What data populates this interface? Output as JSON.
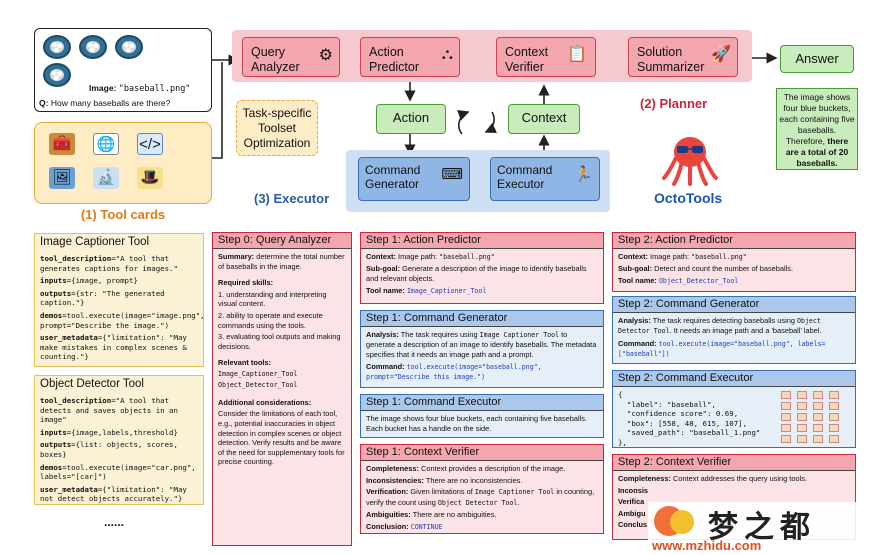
{
  "input": {
    "image_label": "Image:",
    "image_name": "\"baseball.png\"",
    "question_label": "Q:",
    "question": "How many baseballs are there?"
  },
  "toolcards_label": "(1) Tool cards",
  "toolset": "Task-specific Toolset Optimization",
  "planner": {
    "query_analyzer": "Query Analyzer",
    "action_predictor": "Action Predictor",
    "context_verifier": "Context Verifier",
    "solution_summarizer": "Solution Summarizer",
    "label": "(2) Planner"
  },
  "answer": {
    "title": "Answer",
    "text": "The image shows four blue buckets, each containing five baseballs. Therefore, ",
    "bold": "there are a total of 20 baseballs."
  },
  "action": "Action",
  "context": "Context",
  "executor": {
    "command_generator": "Command Generator",
    "command_executor": "Command Executor",
    "label": "(3) Executor"
  },
  "octotools": "OctoTools",
  "tool_cards": [
    {
      "title": "Image Captioner Tool",
      "lines": [
        {
          "k": "tool_description",
          "v": "=\"A tool that generates captions for images.\""
        },
        {
          "k": "inputs",
          "v": "={image, prompt}"
        },
        {
          "k": "outputs",
          "v": "={str: \"The generated caption.\"}"
        },
        {
          "k": "demos",
          "v": "=tool.execute(image=\"image.png\", prompt=\"Describe the image.\")"
        },
        {
          "k": "user_metadata",
          "v": "={\"limitation\": \"May make mistakes in complex scenes & counting.\"}"
        }
      ]
    },
    {
      "title": "Object Detector Tool",
      "lines": [
        {
          "k": "tool_description",
          "v": "=\"A tool that detects and saves objects in an image\""
        },
        {
          "k": "inputs",
          "v": "={image,labels,threshold}"
        },
        {
          "k": "outputs",
          "v": "={list: objects, scores, boxes}"
        },
        {
          "k": "demos",
          "v": "=tool.execute(image=\"car.png\", labels=\"[car]\")"
        },
        {
          "k": "user_metadata",
          "v": "={\"limitation\": \"May not detect objects accurately.\"}"
        }
      ]
    }
  ],
  "ellipsis": "......",
  "step0": {
    "title": "Step 0: Query Analyzer",
    "summary_k": "Summary:",
    "summary_v": "determine the total number of baseballs in the image.",
    "skills_k": "Required skills:",
    "skills": [
      "1. understanding and interpreting visual content.",
      "2. ability to operate and execute commands using the tools.",
      "3. evaluating tool outputs and making decisions."
    ],
    "tools_k": "Relevant tools:",
    "tools": [
      "Image_Captioner_Tool",
      "Object_Detector_Tool"
    ],
    "add_k": "Additional considerations:",
    "add_v": "Consider the limitations of each tool, e.g., potential inaccuracies in object detection in complex scenes or object detection. Verify results and be aware of the need for supplementary tools for precise counting."
  },
  "s1_action": {
    "title": "Step 1: Action Predictor",
    "ctx_k": "Context:",
    "ctx_v": "Image path: ",
    "ctx_path": "\"baseball.png\"",
    "goal_k": "Sub-goal:",
    "goal_v": "Generate a description of the image to identify baseballs and relevant objects.",
    "tool_k": "Tool name:",
    "tool_v": "Image_Captioner_Tool"
  },
  "s1_cmdgen": {
    "title": "Step 1: Command Generator",
    "an_k": "Analysis:",
    "an_v1": "The task requires using ",
    "an_code": "Image Captioner Tool",
    "an_v2": " to generate a description of an image to identify baseballs. The metadata specifies that it needs an image path and a prompt.",
    "cmd_k": "Command:",
    "cmd_v": "tool.execute(image=\"baseball.png\", prompt=\"Describe this image.\")"
  },
  "s1_cmdexe": {
    "title": "Step 1: Command Executor",
    "text": "The image shows four blue buckets, each containing five baseballs. Each bucket has a handle on the side."
  },
  "s1_ctxver": {
    "title": "Step 1: Context Verifier",
    "c_k": "Completeness:",
    "c_v": "Context provides a description of the image.",
    "i_k": "Inconsistencies:",
    "i_v": "There are no inconsistencies.",
    "v_k": "Verification:",
    "v_v1": "Given limitations of ",
    "v_code1": "Image Captioner Tool",
    "v_v2": " in counting, verify the count using ",
    "v_code2": "Object Detector Tool",
    "v_v3": ".",
    "a_k": "Ambiguities:",
    "a_v": "There are no ambiguities.",
    "con_k": "Conclusion:",
    "con_v": "CONTINUE"
  },
  "s2_action": {
    "title": "Step 2: Action Predictor",
    "ctx_k": "Context:",
    "ctx_v": "Image path: ",
    "ctx_path": "\"baseball.png\"",
    "goal_k": "Sub-goal:",
    "goal_v": "Detect and count the number of baseballs.",
    "tool_k": "Tool name:",
    "tool_v": "Object_Detector_Tool"
  },
  "s2_cmdgen": {
    "title": "Step 2: Command Generator",
    "an_k": "Analysis:",
    "an_v1": "The task requires detecting baseballs using ",
    "an_code": "Object Detector Tool",
    "an_v2": ". It needs an image path and a 'baseball' label.",
    "cmd_k": "Command:",
    "cmd_v": "tool.execute(image=\"baseball.png\", labels=[\"baseball\"])"
  },
  "s2_cmdexe": {
    "title": "Step 2: Command Executor",
    "lines": [
      "{",
      "  \"label\": \"baseball\",",
      "  \"confidence score\": 0.69,",
      "  \"box\": [558, 48, 615, 107],",
      "  \"saved_path\": \"baseball_1.png\"",
      "},",
      "..."
    ]
  },
  "s2_ctxver": {
    "title": "Step 2: Context Verifier",
    "c_k": "Completeness:",
    "c_v": "Context addresses the query using tools.",
    "l2": "Inconsis",
    "l3": "Verifica",
    "l4": "Ambigu",
    "l5": "Conclus"
  },
  "watermark": {
    "cn": "梦之都",
    "url": "www.mzhidu.com"
  }
}
